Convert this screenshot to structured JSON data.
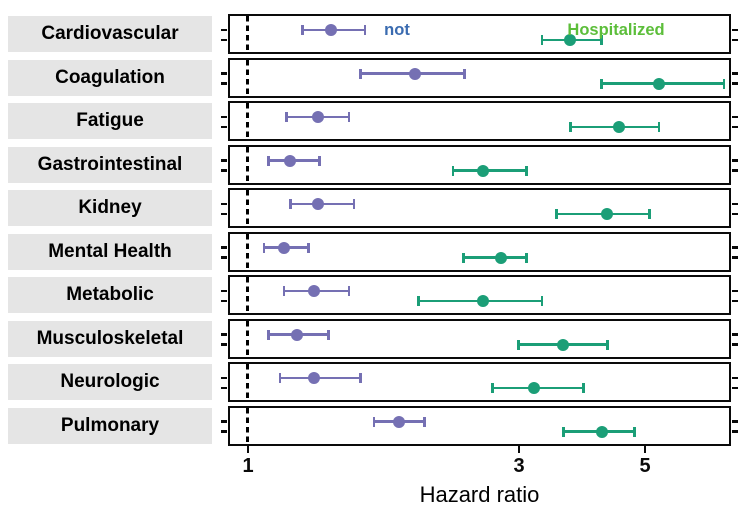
{
  "chart_data": {
    "type": "forest",
    "title": "",
    "xlabel": "Hazard ratio",
    "x_scale": "log10",
    "x_ticks": [
      "1",
      "3",
      "5"
    ],
    "x_tick_values": [
      1,
      3,
      5
    ],
    "x_range": [
      0.92,
      7.1
    ],
    "reference_line": 1,
    "grid": false,
    "legend_position": "annotations-in-first-facet",
    "categories": [
      "Cardiovascular",
      "Coagulation",
      "Fatigue",
      "Gastrointestinal",
      "Kidney",
      "Mental Health",
      "Metabolic",
      "Musculoskeletal",
      "Neurologic",
      "Pulmonary"
    ],
    "legend": [
      {
        "label": "not",
        "series": "not-hospitalized",
        "text_color": "#3a6bb0"
      },
      {
        "label": "Hospitalized",
        "series": "hospitalized",
        "text_color": "#5cbe3a"
      }
    ],
    "series": [
      {
        "name": "not-hospitalized",
        "color": "#7570b3",
        "points": [
          {
            "value": 1.4,
            "lo": 1.25,
            "hi": 1.61
          },
          {
            "value": 1.97,
            "lo": 1.58,
            "hi": 2.41
          },
          {
            "value": 1.33,
            "lo": 1.17,
            "hi": 1.51
          },
          {
            "value": 1.19,
            "lo": 1.09,
            "hi": 1.34
          },
          {
            "value": 1.33,
            "lo": 1.19,
            "hi": 1.54
          },
          {
            "value": 1.16,
            "lo": 1.07,
            "hi": 1.28
          },
          {
            "value": 1.31,
            "lo": 1.16,
            "hi": 1.51
          },
          {
            "value": 1.22,
            "lo": 1.09,
            "hi": 1.39
          },
          {
            "value": 1.31,
            "lo": 1.14,
            "hi": 1.58
          },
          {
            "value": 1.85,
            "lo": 1.67,
            "hi": 2.05
          }
        ]
      },
      {
        "name": "hospitalized",
        "color": "#1b9e77",
        "points": [
          {
            "value": 3.7,
            "lo": 3.3,
            "hi": 4.2
          },
          {
            "value": 5.3,
            "lo": 4.2,
            "hi": 6.9
          },
          {
            "value": 4.5,
            "lo": 3.7,
            "hi": 5.3
          },
          {
            "value": 2.6,
            "lo": 2.3,
            "hi": 3.1
          },
          {
            "value": 4.3,
            "lo": 3.5,
            "hi": 5.1
          },
          {
            "value": 2.8,
            "lo": 2.4,
            "hi": 3.1
          },
          {
            "value": 2.6,
            "lo": 2.0,
            "hi": 3.3
          },
          {
            "value": 3.6,
            "lo": 3.0,
            "hi": 4.3
          },
          {
            "value": 3.2,
            "lo": 2.7,
            "hi": 3.9
          },
          {
            "value": 4.2,
            "lo": 3.6,
            "hi": 4.8
          }
        ]
      }
    ],
    "styles": {
      "facet_label_bg": "#e5e5e5",
      "panel_border": "#0a0a0a",
      "reference_line_color": "#000000",
      "background": "#ffffff"
    }
  }
}
